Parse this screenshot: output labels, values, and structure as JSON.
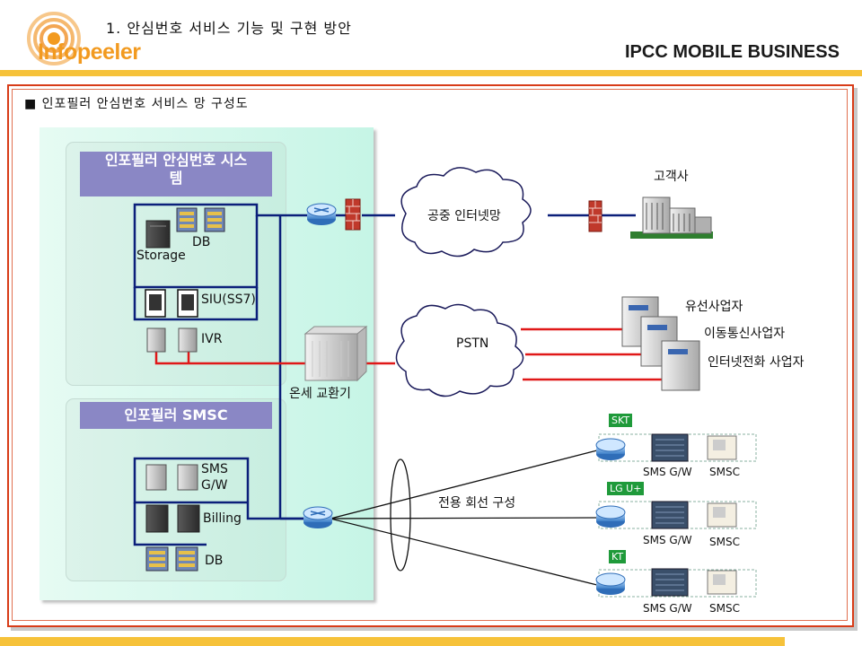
{
  "header": {
    "title": "1. 안심번호 서비스 기능 및 구현 방안",
    "logo_text": "Infopeeler",
    "brand": "IPCC MOBILE BUSINESS"
  },
  "section": {
    "title": "■ 인포필러 안심번호 서비스 망 구성도"
  },
  "diagram": {
    "system_box_title": "인포필러 안심번호 시스템",
    "smsc_box_title": "인포필러 SMSC",
    "system_labels": {
      "db": "DB",
      "storage": "Storage",
      "siu": "SIU(SS7)",
      "ivr": "IVR"
    },
    "smsc_labels": {
      "sms_gw": "SMS G/W",
      "billing": "Billing",
      "db": "DB"
    },
    "exchange": "온세 교환기",
    "public_internet": "공중 인터넷망",
    "customer": "고객사",
    "pstn": "PSTN",
    "providers": [
      "유선사업자",
      "이동통신사업자",
      "인터넷전화 사업자"
    ],
    "dedicated_line": "전용 회선 구성",
    "carriers": [
      {
        "name": "SKT",
        "gw": "SMS G/W",
        "smsc": "SMSC"
      },
      {
        "name": "LG U+",
        "gw": "SMS G/W",
        "smsc": "SMSC"
      },
      {
        "name": "KT",
        "gw": "SMS G/W",
        "smsc": "SMSC"
      }
    ],
    "colors": {
      "data_line": "#0b1f7a",
      "voice_line": "#e01818",
      "box_title_bg": "#8a87c5",
      "carrier_tag": "#1f9a3a",
      "accent_bar": "#f6c23a",
      "frame": "#d83c18"
    }
  }
}
